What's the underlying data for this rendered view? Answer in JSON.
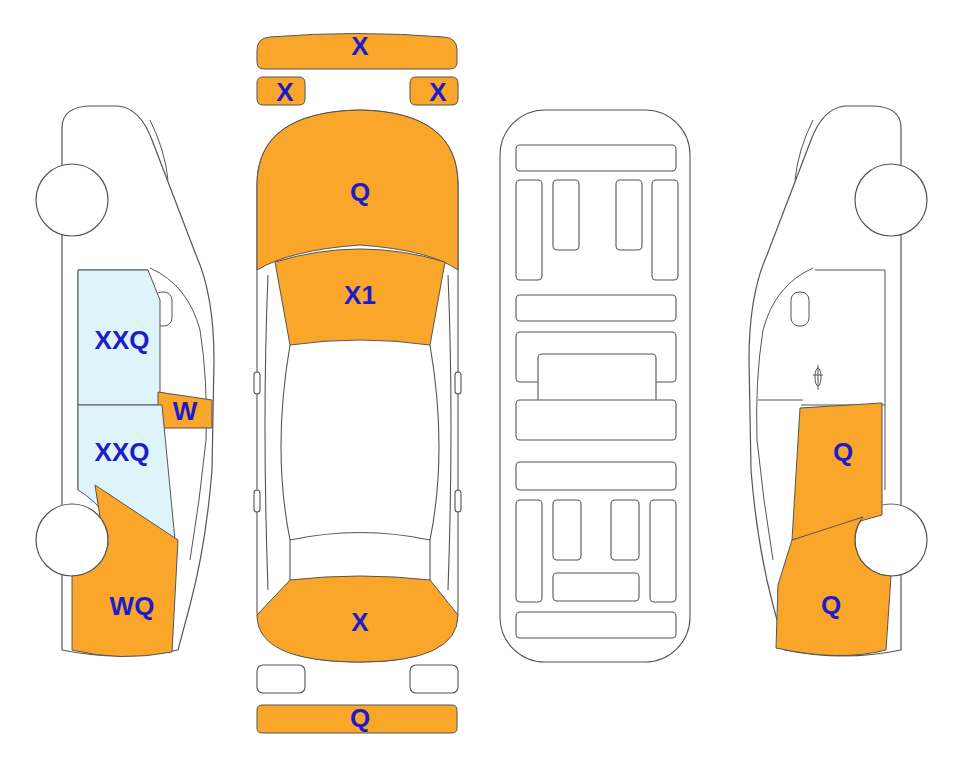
{
  "diagram": {
    "nodes": [
      {
        "text": [
          "XXQ"
        ]
      },
      {
        "text": [
          "W"
        ]
      },
      {
        "text": [
          "XXQ"
        ]
      },
      {
        "text": [
          "WQ"
        ]
      },
      {
        "text": [
          "X"
        ]
      },
      {
        "text": [
          "X"
        ]
      },
      {
        "text": [
          "X"
        ]
      },
      {
        "text": [
          "Q"
        ]
      },
      {
        "text": [
          "X1"
        ]
      },
      {
        "text": [
          "X"
        ]
      },
      {
        "text": [
          "Q"
        ]
      },
      {
        "text": [
          "Q"
        ]
      },
      {
        "text": [
          "Q"
        ]
      }
    ]
  }
}
